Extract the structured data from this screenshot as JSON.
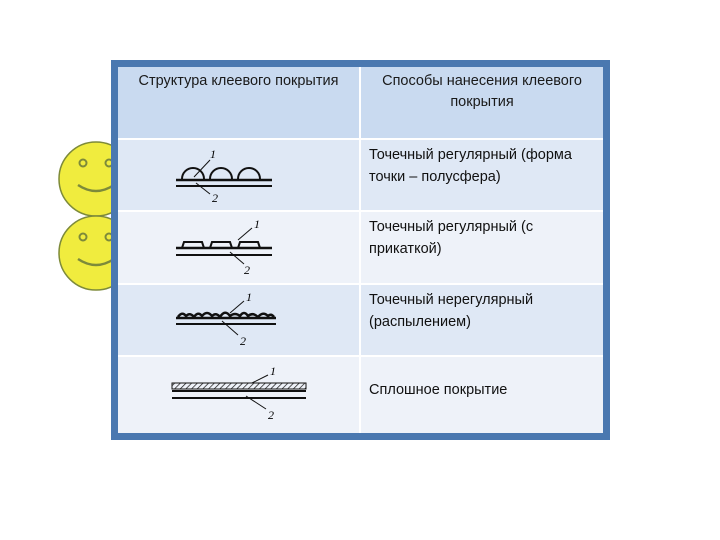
{
  "table": {
    "headers": [
      "Структура клеевого покрытия",
      "Способы нанесения клеевого покрытия"
    ],
    "rows": [
      {
        "method": "Точечный регулярный (форма точки – полусфера)",
        "label1": "1",
        "label2": "2",
        "highlighted": true
      },
      {
        "method": "Точечный регулярный (с прикаткой)",
        "label1": "1",
        "label2": "2",
        "highlighted": true
      },
      {
        "method": "Точечный нерегулярный (распылением)",
        "label1": "1",
        "label2": "2",
        "highlighted": false
      },
      {
        "method": "Сплошное покрытие",
        "label1": "1",
        "label2": "2",
        "highlighted": false
      }
    ]
  },
  "colors": {
    "frame": "#4a78b0",
    "header": "#c9daf0",
    "row_dark": "#dfe8f5",
    "row_light": "#eef2f9",
    "smiley_fill": "#f0ec3e",
    "smiley_stroke": "#7d8a3a"
  },
  "icons": [
    "smiley-face-icon",
    "smiley-face-icon"
  ]
}
